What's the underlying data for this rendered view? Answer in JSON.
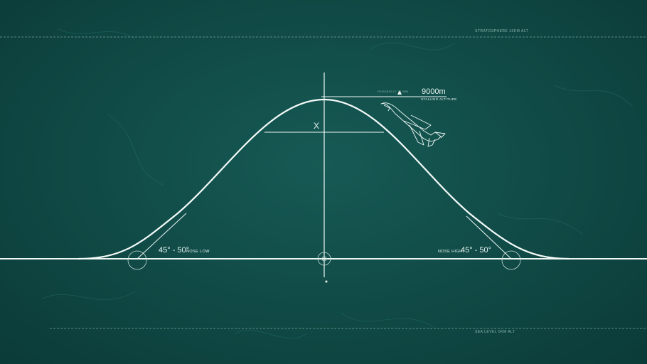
{
  "labels": {
    "stratosphere": "STRATOSPHERE 10KM ALT",
    "sea_level": "SEA LEVEL 0KM ALT",
    "altitude_marker": "PARABOLIC CLIMB",
    "altitude_value": "9000m",
    "altitude_caption": "STALLING ALTITUDE",
    "apex_mark": "X",
    "left_angle": "45° - 50°",
    "left_angle_caption": "NOSE LOW",
    "right_angle": "45° - 50°",
    "right_angle_caption": "NOSE HIGH"
  },
  "colors": {
    "board": "#114c48",
    "chalk": "#eef7f4",
    "faint": "#8fb7b0"
  },
  "icons": {
    "aircraft": "aircraft-icon"
  }
}
